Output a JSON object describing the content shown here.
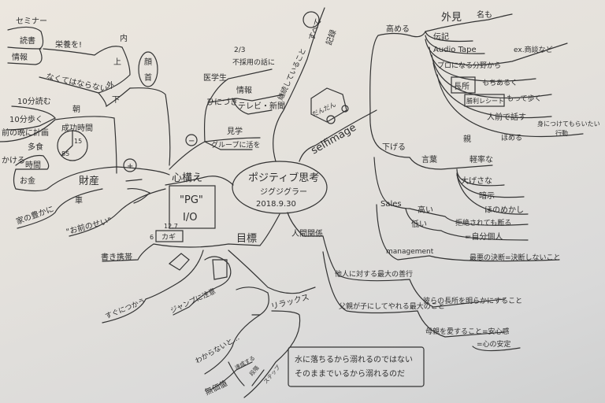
{
  "center": {
    "title": "ポジティブ思考",
    "author": "ジグジグラー",
    "date": "2018.9.30"
  },
  "left_top": {
    "seminar": "セミナー",
    "reading": "読書",
    "info": "情報",
    "nutrition": "栄養を!",
    "inner": "内",
    "up": "上",
    "face1": "顔",
    "face2": "首",
    "essential": "なくてはならない",
    "outer": "外",
    "down": "下"
  },
  "left_mid": {
    "read10": "10分読む",
    "walk10": "10分歩く",
    "plan": "前の晩に計画",
    "morning": "朝",
    "success_time": "成功時間",
    "pie_a": "15",
    "pie_b": "85",
    "many": "多食",
    "time": "時間",
    "spend": "かける",
    "money": "お金",
    "assets": "財産",
    "plus": "+",
    "car": "車",
    "family": "家の豊かに",
    "your_fault": "\"お前のせい\""
  },
  "attitude": {
    "label": "心構え",
    "pg": "\"PG\"",
    "io": "I/O",
    "minus": "−",
    "tour": "見学",
    "group": "グループに活を",
    "medical": "医学生",
    "fraction": "2/3",
    "rejected": "不採用の話に",
    "daily": "ひにづき",
    "info": "情報",
    "tv": "テレビ・新聞",
    "continue": "継続していること",
    "all": "すべて",
    "record": "記録"
  },
  "self_image": {
    "label": "selfimage",
    "car_text": "だんだん"
  },
  "raise": {
    "label": "高める",
    "appearance": "外見",
    "name": "名も",
    "biography": "伝記",
    "audio": "Audio Tape",
    "pro": "プロになる分野から",
    "ex": "ex.商談など",
    "strength": "長所",
    "carry": "もちあるく",
    "receipt": "勝利レシート",
    "carry2": "もって歩く",
    "public": "人前で話す",
    "parent": "親",
    "praise": "ほめる",
    "want1": "身につけてもらいたい",
    "want2": "行動"
  },
  "lower": {
    "label": "下げる",
    "words": "言葉",
    "careless": "軽率な",
    "exaggerate": "大げさな",
    "suggest": "暗示",
    "hint": "ほのめかし",
    "sales": "Sales",
    "high": "高い",
    "low": "低い",
    "rejection": "拒絶されても断る",
    "self": "=自分個人",
    "management": "management",
    "worst": "最悪の決断=決断しないこと"
  },
  "relations": {
    "label": "人間関係",
    "best_deed": "他人に対する最大の善行",
    "their_strength": "彼らの長所を明らかにすること",
    "father": "父親が子にしてやれる最大のこと",
    "mother": "母親を愛すること=安心感",
    "peace": "=心の安定"
  },
  "goal": {
    "label": "目標",
    "six": "6",
    "key": "カギ",
    "date": "12.7",
    "write": "書き携帯",
    "use": "すぐにつかう",
    "jump": "ジャンプに注意",
    "relax": "リラックス",
    "dont_know": "わからないと…",
    "worthless": "無価値",
    "step1": "達成する",
    "step2": "段階",
    "step3": "ステップ"
  },
  "quote": {
    "line1": "水に落ちるから溺れるのではない",
    "line2": "そのままでいるから溺れるのだ"
  }
}
